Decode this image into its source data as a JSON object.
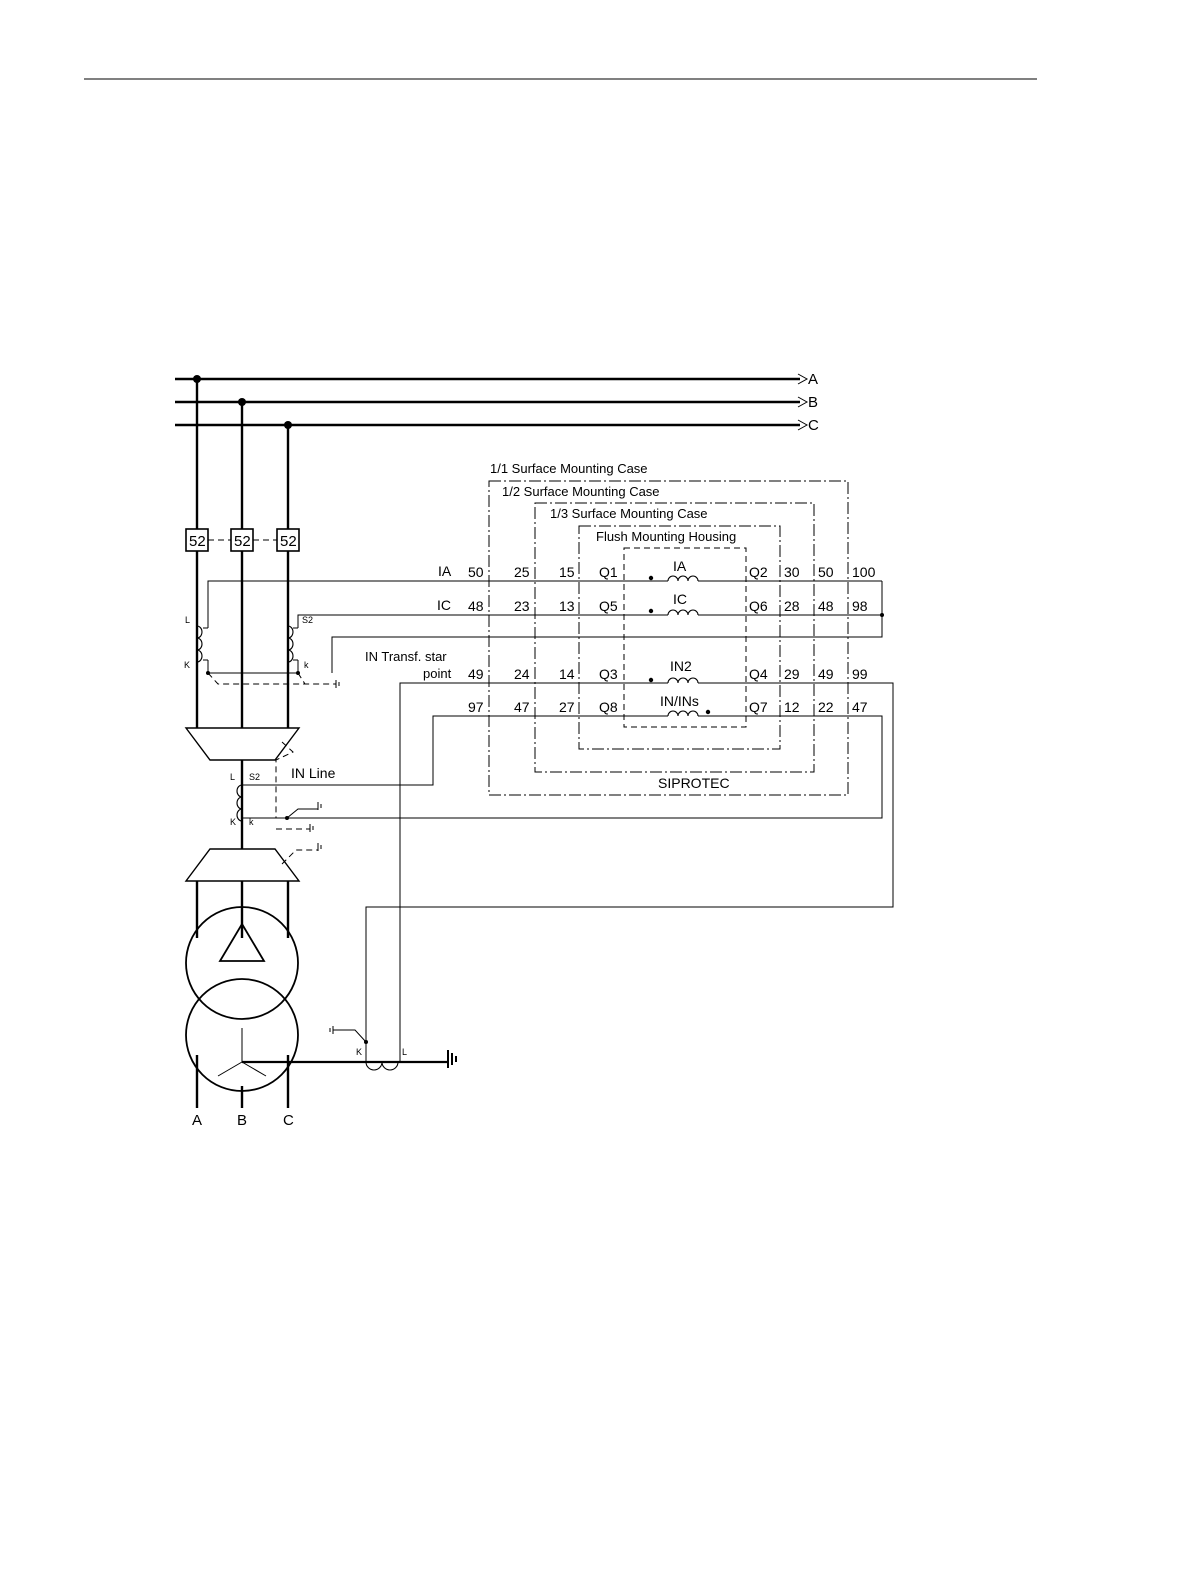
{
  "bus": {
    "a": "A",
    "b": "B",
    "c": "C"
  },
  "breaker": {
    "label": "52"
  },
  "ct": {
    "L": "L",
    "K": "K",
    "S2": "S2",
    "k": "k"
  },
  "cases": {
    "surface_1_1": "1/1 Surface Mounting Case",
    "surface_1_2": "1/2 Surface Mounting Case",
    "surface_1_3": "1/3 Surface Mounting Case",
    "flush": "Flush Mounting Housing",
    "device": "SIPROTEC"
  },
  "signals": {
    "ia": "IA",
    "ic": "IC",
    "in_transf_line1": "IN Transf. star",
    "in_transf_line2": "point",
    "in_line": "IN Line"
  },
  "inputs": {
    "ia": "IA",
    "ic": "IC",
    "in2": "IN2",
    "inns": "IN/INs"
  },
  "terminals": {
    "ia": [
      "50",
      "25",
      "15",
      "Q1",
      "Q2",
      "30",
      "50",
      "100"
    ],
    "ic": [
      "48",
      "23",
      "13",
      "Q5",
      "Q6",
      "28",
      "48",
      "98"
    ],
    "in2": [
      "49",
      "24",
      "14",
      "Q3",
      "Q4",
      "29",
      "49",
      "99"
    ],
    "inns": [
      "97",
      "47",
      "27",
      "Q8",
      "Q7",
      "12",
      "22",
      "47"
    ]
  },
  "transformer": {
    "bottom_a": "A",
    "bottom_b": "B",
    "bottom_c": "C"
  }
}
